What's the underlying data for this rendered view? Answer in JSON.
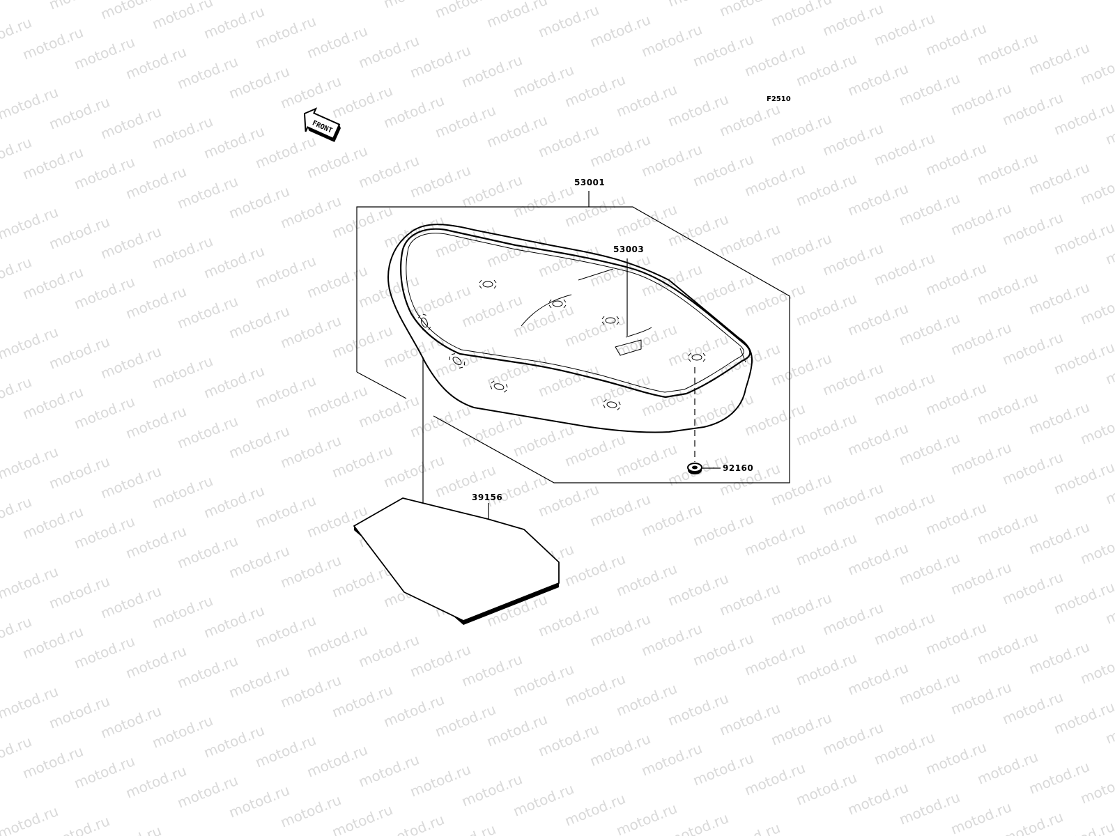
{
  "watermark": {
    "text": "motod.ru",
    "color": "#d9d9d9"
  },
  "figure_code": "F2510",
  "front_arrow": {
    "label": "FRONT",
    "icon": "front-arrow-icon"
  },
  "parts": [
    {
      "id": "seat",
      "number": "53001"
    },
    {
      "id": "seat-label-plate",
      "number": "53003"
    },
    {
      "id": "seat-damper",
      "number": "92160"
    },
    {
      "id": "seat-pad-sheet",
      "number": "39156"
    }
  ]
}
